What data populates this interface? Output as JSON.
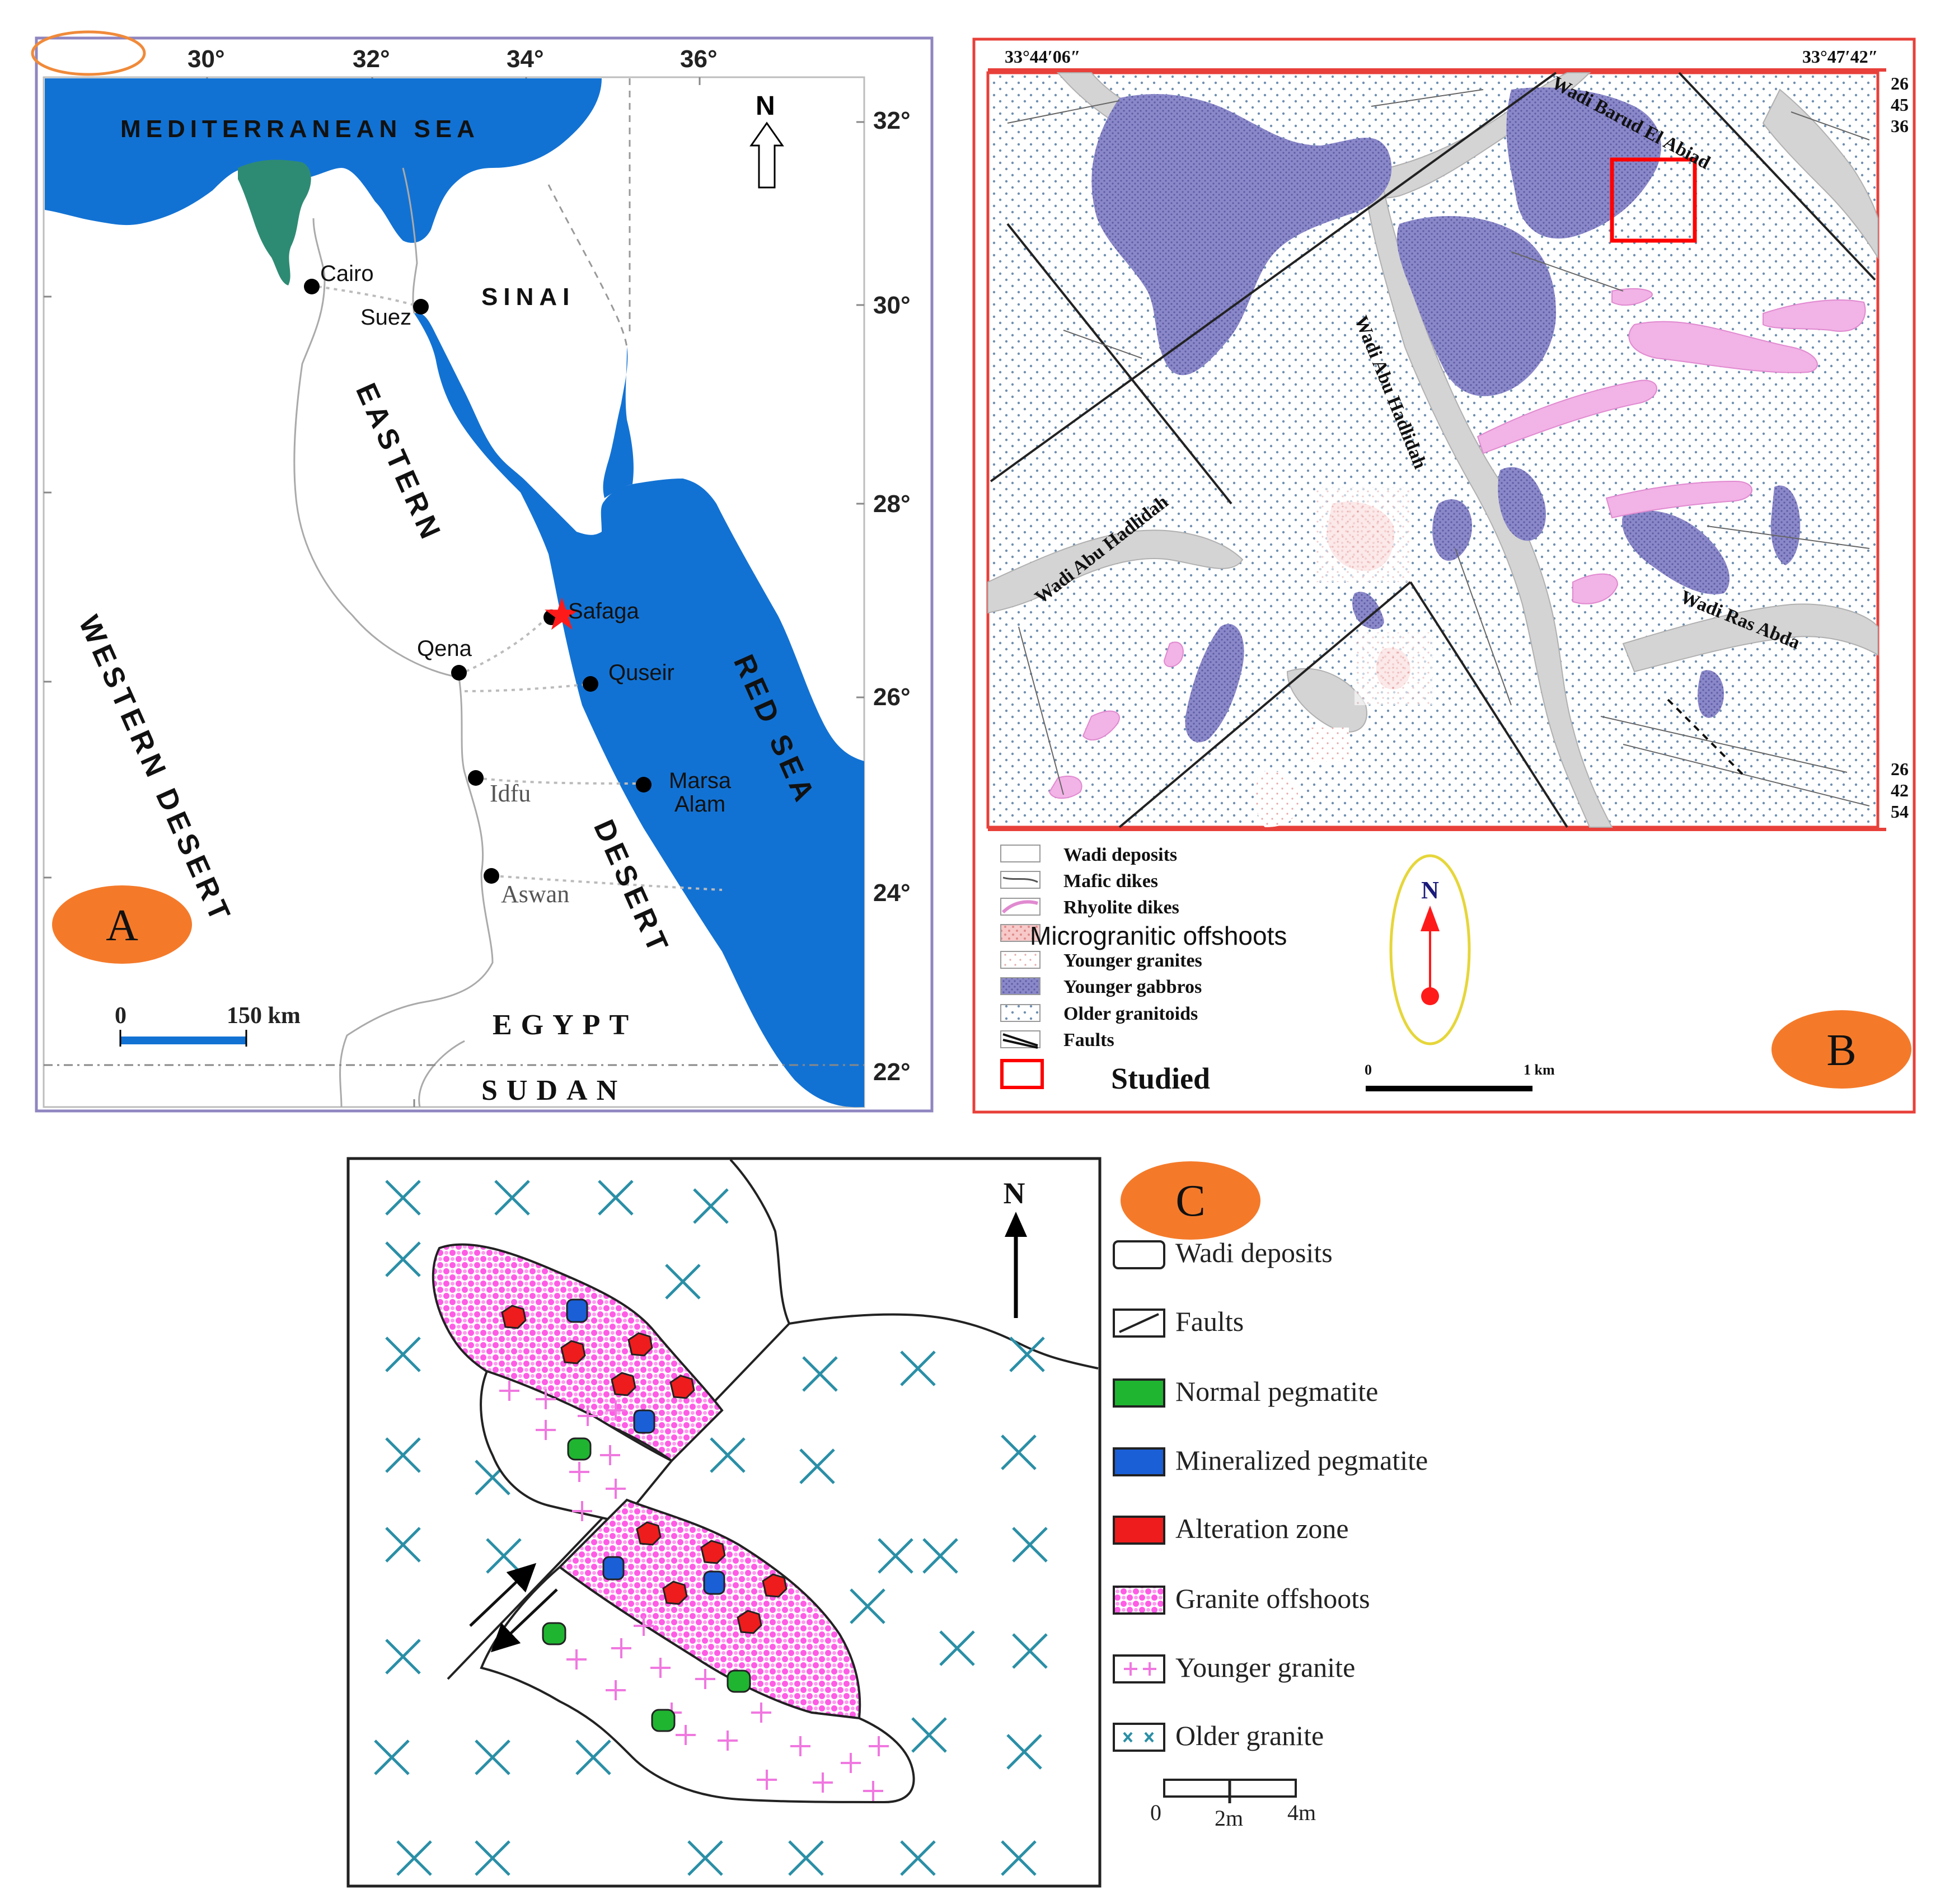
{
  "panel_a": {
    "badge": "A",
    "lon_ticks": [
      "30°",
      "32°",
      "34°",
      "36°"
    ],
    "lat_ticks": [
      "32°",
      "30°",
      "28°",
      "26°",
      "24°",
      "22°"
    ],
    "north": "N",
    "labels": {
      "mediterranean": "MEDITERRANEAN   SEA",
      "sinai": "SINAI",
      "eastern": "EASTERN",
      "western_desert": "WESTERN   DESERT",
      "desert": "DESERT",
      "red_sea": "RED SEA",
      "egypt": "EGYPT",
      "sudan": "SUDAN"
    },
    "cities": {
      "cairo": "Cairo",
      "suez": "Suez",
      "safaga": "Safaga",
      "qena": "Qena",
      "quseir": "Quseir",
      "idfu": "Idfu",
      "marsa": "Marsa",
      "alam": "Alam",
      "aswan": "Aswan"
    },
    "scale": {
      "zero": "0",
      "label": "150 km"
    },
    "colors": {
      "sea": "#1272d3",
      "delta": "#2e8b73",
      "star": "#ff1a1a"
    }
  },
  "panel_b": {
    "badge": "B",
    "coords": {
      "top_left": "33°44′06″",
      "top_right": "33°47′42″",
      "right_top": [
        "26",
        "45",
        "36"
      ],
      "right_bottom": [
        "26",
        "42",
        "54"
      ]
    },
    "wadis": {
      "barud": "Wadi Barud El Abiad",
      "abu_hadlidah_1": "Wadi Abu Hadlidah",
      "abu_hadlidah_2": "Wadi Abu Hadlidah",
      "ras_abda": "Wadi Ras Abda"
    },
    "legend": {
      "wadi": "Wadi deposits",
      "mafic": "Mafic dikes",
      "rhyolite": "Rhyolite dikes",
      "microgranitic": "Microgranitic offshoots",
      "younger_granites": "Younger granites",
      "younger_gabbros": "Younger gabbros",
      "older_granitoids": "Older granitoids",
      "faults": "Faults",
      "studied": "Studied"
    },
    "north": "N",
    "scale": {
      "zero": "0",
      "label": "1 km"
    },
    "colors": {
      "gabbro": "#8a88c9",
      "rhyolite": "#f2b3e6",
      "wadi": "#d4d4d4",
      "frame": "#e8403a"
    }
  },
  "panel_c": {
    "badge": "C",
    "north": "N",
    "legend": {
      "wadi": "Wadi deposits",
      "faults": "Faults",
      "normal": "Normal pegmatite",
      "mineralized": "Mineralized pegmatite",
      "alteration": "Alteration zone",
      "offshoots": "Granite offshoots",
      "younger": "Younger granite",
      "older": "Older granite"
    },
    "scale": {
      "zero": "0",
      "mid": "2m",
      "end": "4m"
    },
    "colors": {
      "normal": "#1fb531",
      "mineralized": "#1a5fd6",
      "alteration": "#ee1c1c",
      "offshoot": "#ff5ce6",
      "plus": "#f078e0",
      "cross": "#2a8fa6"
    }
  }
}
